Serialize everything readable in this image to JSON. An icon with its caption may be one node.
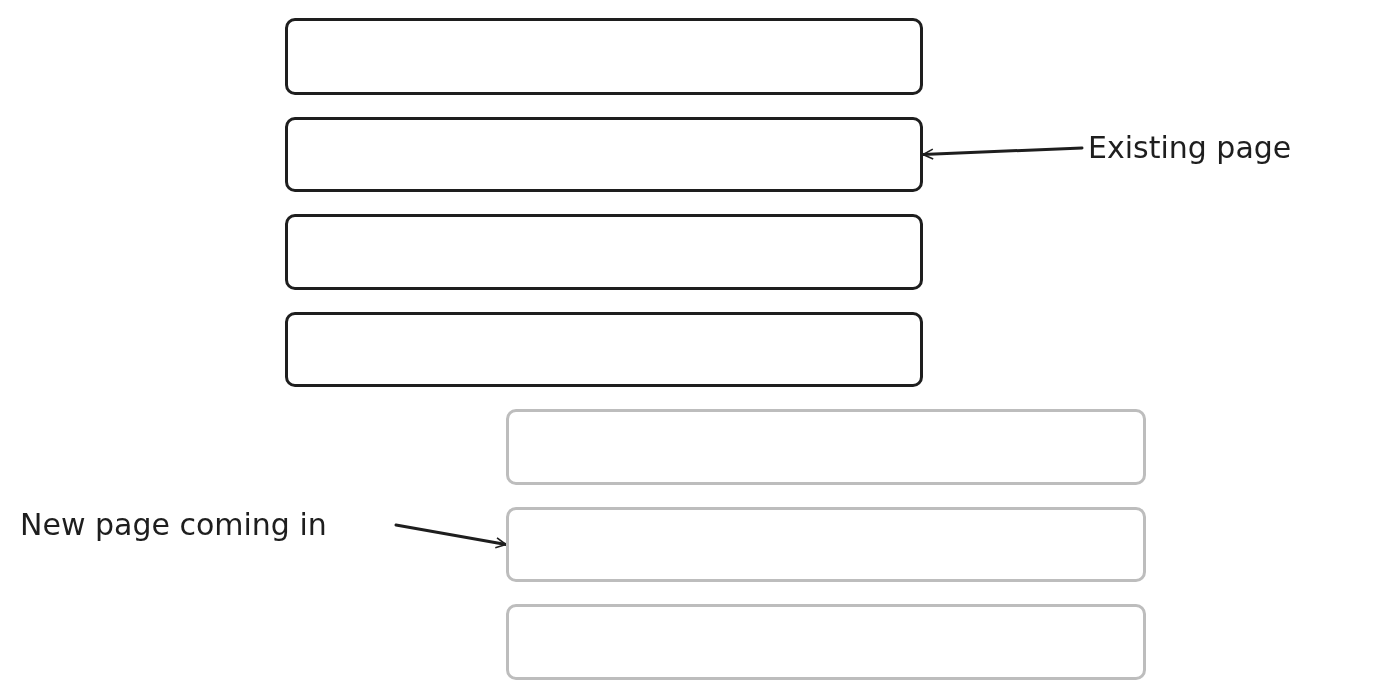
{
  "diagram": {
    "nodes": [
      {
        "text": [],
        "shape": "box"
      },
      {
        "text": [],
        "shape": "box"
      },
      {
        "text": [],
        "shape": "box"
      },
      {
        "text": [],
        "shape": "box"
      },
      {
        "text": [],
        "shape": "box"
      },
      {
        "text": [],
        "shape": "box"
      },
      {
        "text": [],
        "shape": "box"
      },
      {
        "text": [
          "Existing page"
        ]
      },
      {
        "text": [
          "New page coming in"
        ]
      }
    ],
    "edges": [
      {
        "from": 7,
        "to": 1,
        "arrow": "to"
      },
      {
        "from": 8,
        "to": 5,
        "arrow": "to"
      }
    ]
  }
}
